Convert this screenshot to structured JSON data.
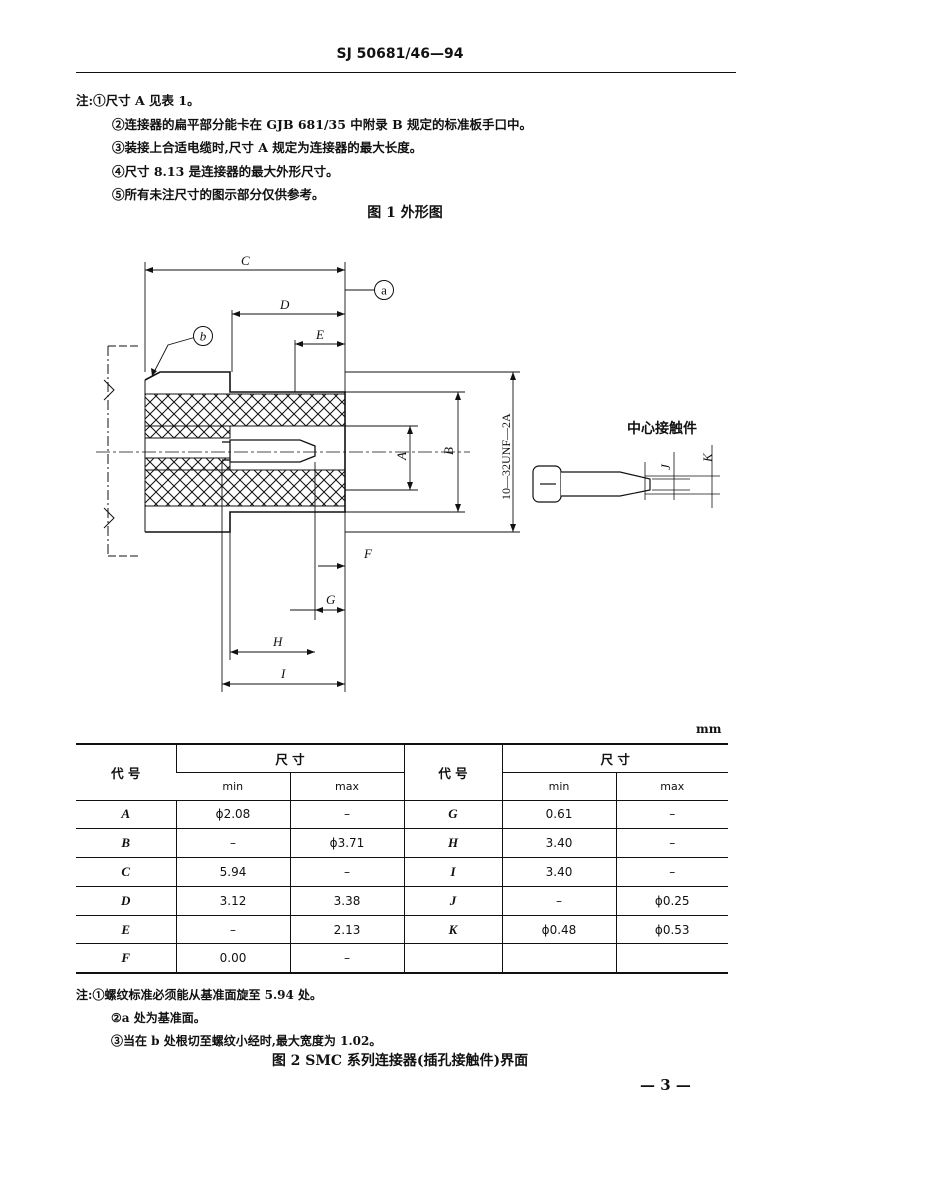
{
  "header": {
    "doc_code": "SJ 50681/46—94"
  },
  "notes_fig1": {
    "prefix": "注:",
    "items": [
      "①尺寸 A 见表 1。",
      "②连接器的扁平部分能卡在 GJB 681/35 中附录 B 规定的标准板手口中。",
      "③装接上合适电缆时,尺寸 A 规定为连接器的最大长度。",
      "④尺寸 8.13 是连接器的最大外形尺寸。",
      "⑤所有未注尺寸的图示部分仅供参考。"
    ]
  },
  "figure1_caption": "图 1    外形图",
  "drawing": {
    "labels": {
      "C": "C",
      "D": "D",
      "E": "E",
      "A": "A",
      "B": "B",
      "F": "F",
      "G": "G",
      "H": "H",
      "I": "I",
      "J": "J",
      "K": "K",
      "a": "a",
      "b": "b",
      "thread": "10—32UNF—2A",
      "contact": "中心接触件"
    }
  },
  "table": {
    "unit": "mm",
    "headers": {
      "code": "代  号",
      "size": "尺          寸",
      "min": "min",
      "max": "max"
    },
    "rows": [
      [
        "A",
        "ϕ2.08",
        "–",
        "G",
        "0.61",
        "–"
      ],
      [
        "B",
        "–",
        "ϕ3.71",
        "H",
        "3.40",
        "–"
      ],
      [
        "C",
        "5.94",
        "–",
        "I",
        "3.40",
        "–"
      ],
      [
        "D",
        "3.12",
        "3.38",
        "J",
        "–",
        "ϕ0.25"
      ],
      [
        "E",
        "–",
        "2.13",
        "K",
        "ϕ0.48",
        "ϕ0.53"
      ],
      [
        "F",
        "0.00",
        "–",
        "",
        "",
        ""
      ]
    ]
  },
  "notes_fig2": {
    "prefix": "注:",
    "items": [
      "①螺纹标准必须能从基准面旋至 5.94 处。",
      "②a 处为基准面。",
      "③当在 b 处根切至螺纹小经时,最大宽度为 1.02。"
    ]
  },
  "figure2_caption": "图 2    SMC 系列连接器(插孔接触件)界面",
  "page_number": "—  3  —"
}
